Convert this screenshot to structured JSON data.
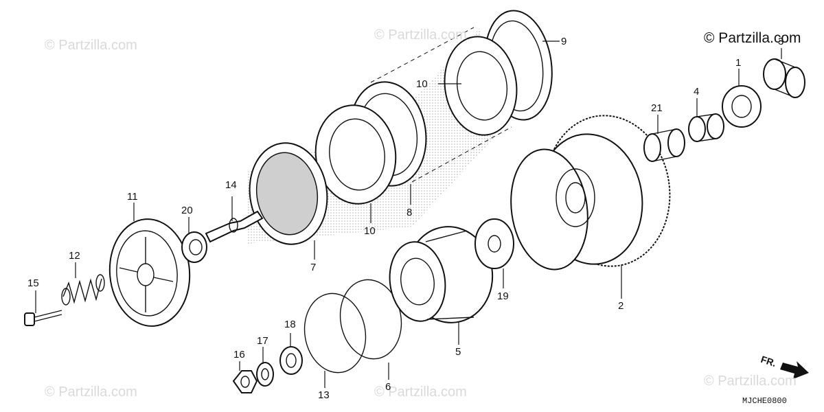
{
  "watermarks": {
    "tl": "© Partzilla.com",
    "tc": "© Partzilla.com",
    "tr": "© Partzilla.com",
    "bl": "© Partzilla.com",
    "bc": "© Partzilla.com",
    "br": "© Partzilla.com"
  },
  "diagram_code": "MJCHE0800",
  "front_indicator": "FR.",
  "callouts": {
    "c1": "1",
    "c2": "2",
    "c3": "3",
    "c4": "4",
    "c5": "5",
    "c6": "6",
    "c7": "7",
    "c8": "8",
    "c9": "9",
    "c10a": "10",
    "c10b": "10",
    "c11": "11",
    "c12": "12",
    "c13": "13",
    "c14": "14",
    "c15": "15",
    "c16": "16",
    "c17": "17",
    "c18": "18",
    "c19": "19",
    "c20": "20",
    "c21": "21"
  }
}
